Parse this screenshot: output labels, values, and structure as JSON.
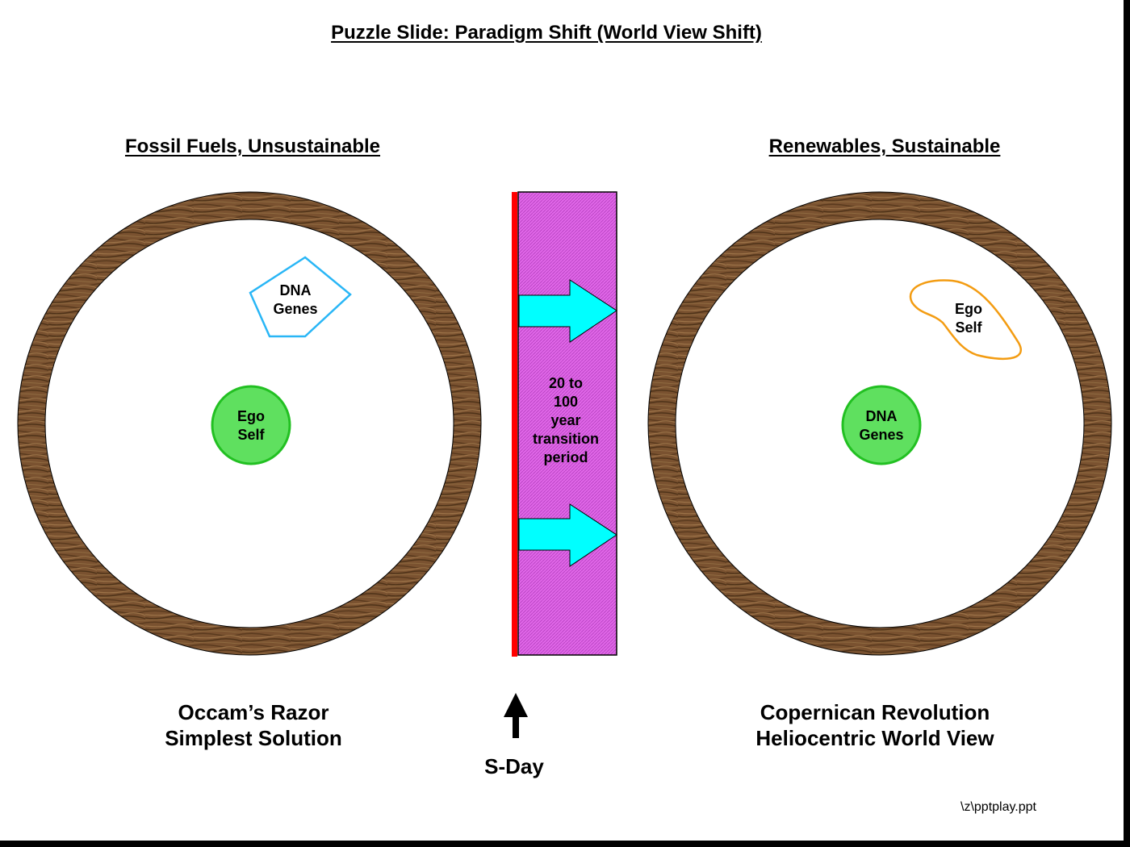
{
  "title": "Puzzle Slide: Paradigm Shift (World View Shift)",
  "left": {
    "heading": "Fossil Fuels, Unsustainable",
    "center_label": [
      "Ego",
      "Self"
    ],
    "outer_label": [
      "DNA",
      "Genes"
    ],
    "caption": [
      "Occam’s Razor",
      "Simplest Solution"
    ]
  },
  "right": {
    "heading": "Renewables, Sustainable",
    "center_label": [
      "DNA",
      "Genes"
    ],
    "outer_label": [
      "Ego",
      "Self"
    ],
    "caption": [
      "Copernican Revolution",
      "Heliocentric World View"
    ]
  },
  "transition": {
    "text": [
      "20 to",
      "100",
      "year",
      "transition",
      "period"
    ],
    "marker": "S-Day"
  },
  "footer": "\\z\\pptplay.ppt",
  "colors": {
    "wood": "#7a5230",
    "ring_inner": "#ffffff",
    "core": "#5fe05f",
    "core_border": "#22c022",
    "pentagon": "#29b6f6",
    "blob": "#f39c12",
    "bar": "#e067e8",
    "red_line": "#ff0000",
    "arrow": "#00ffff"
  }
}
